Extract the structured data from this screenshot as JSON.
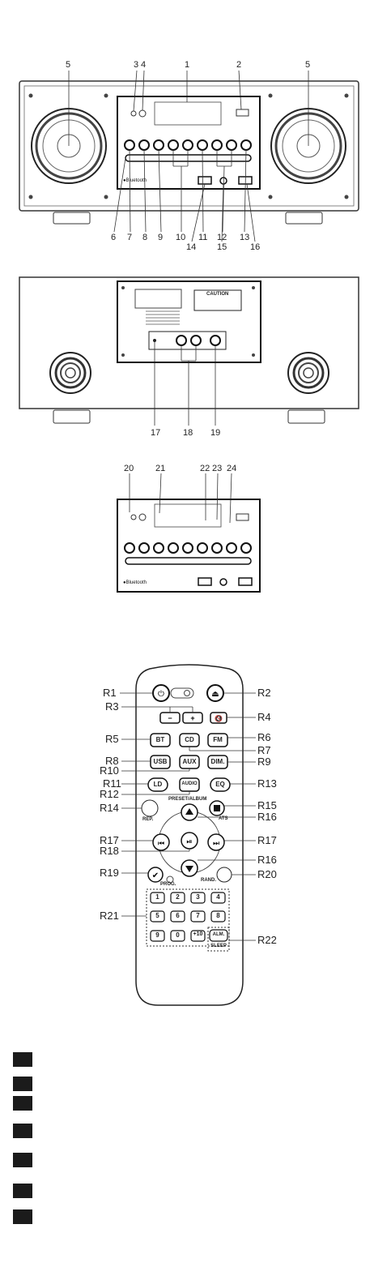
{
  "front_view": {
    "callouts_top": [
      "5",
      "3",
      "4",
      "1",
      "2",
      "5"
    ],
    "callouts_bottom": [
      "6",
      "7",
      "8",
      "9",
      "10",
      "11",
      "12",
      "13",
      "14",
      "15",
      "16"
    ],
    "brand": "Bluetooth"
  },
  "rear_view": {
    "callouts": [
      "17",
      "18",
      "19"
    ],
    "caution_label": "CAUTION"
  },
  "display_detail": {
    "callouts": [
      "20",
      "21",
      "22",
      "23",
      "24"
    ],
    "brand": "Bluetooth"
  },
  "remote": {
    "left_callouts": [
      "R1",
      "R3",
      "R5",
      "R8",
      "R10",
      "R11",
      "R12",
      "R14",
      "R17",
      "R18",
      "R19",
      "R21"
    ],
    "right_callouts": [
      "R2",
      "R4",
      "R6",
      "R7",
      "R9",
      "R13",
      "R15",
      "R16",
      "R17",
      "R16",
      "R20",
      "R22"
    ],
    "buttons": {
      "bt": "BT",
      "cd": "CD",
      "fm": "FM",
      "usb": "USB",
      "aux": "AUX",
      "dim": "DIM.",
      "ld": "LD",
      "audio": "AUDIO",
      "eq": "EQ",
      "preset_album": "PRESET/ALBUM",
      "rep": "REP.",
      "ats": "ATS",
      "prog": "PROG.",
      "rand": "RAND.",
      "alm": "ALM.",
      "sleep": "SLEEP"
    },
    "numpad": [
      "1",
      "2",
      "3",
      "4",
      "5",
      "6",
      "7",
      "8",
      "9",
      "0",
      "+10"
    ]
  },
  "language_markers": 7
}
